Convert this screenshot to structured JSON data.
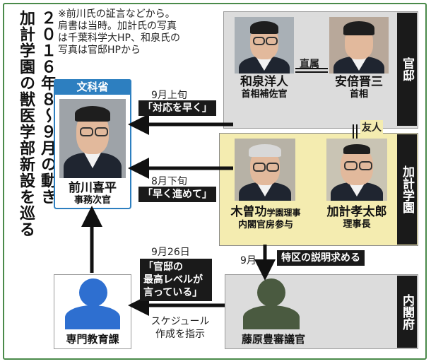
{
  "title": {
    "col1": "加計学園の獣医学部新設を巡る",
    "col2": "２０１６年８〜９月の動き"
  },
  "note": {
    "line1": "※前川氏の証言などから。",
    "line2": "肩書は当時。加計氏の写真",
    "line3": "は千葉科学大HP、和泉氏の",
    "line4": "写真は官邸HPから"
  },
  "groups": {
    "kantei": "官邸",
    "gakuen": "加計学園",
    "naikaku": "内閣府",
    "monka": "文科省"
  },
  "people": {
    "izumi": {
      "name": "和泉洋人",
      "role": "首相補佐官"
    },
    "abe": {
      "name": "安倍晋三",
      "role": "首相"
    },
    "kiso": {
      "name": "木曽功",
      "role_small": "学園理事",
      "role": "内閣官房参与"
    },
    "kake": {
      "name": "加計孝太郎",
      "role": "理事長"
    },
    "maekawa": {
      "name": "前川喜平",
      "role": "事務次官"
    },
    "fujiwara": {
      "name": "藤原豊審議官"
    },
    "senmon": {
      "name": "専門教育課"
    }
  },
  "relations": {
    "chokuzoku": "直属",
    "yujin": "友人"
  },
  "events": {
    "e1": {
      "date": "9月上旬",
      "quote": "「対応を早く」"
    },
    "e2": {
      "date": "8月下旬",
      "quote": "「早く進めて」"
    },
    "e3": {
      "date": "9月",
      "quote": "特区の説明求める"
    },
    "e4": {
      "date": "9月26日",
      "quote1": "「官邸の",
      "quote2": "最高レベルが",
      "quote3": "言っている」"
    },
    "e5": {
      "line1": "スケジュール",
      "line2": "作成を指示"
    }
  }
}
